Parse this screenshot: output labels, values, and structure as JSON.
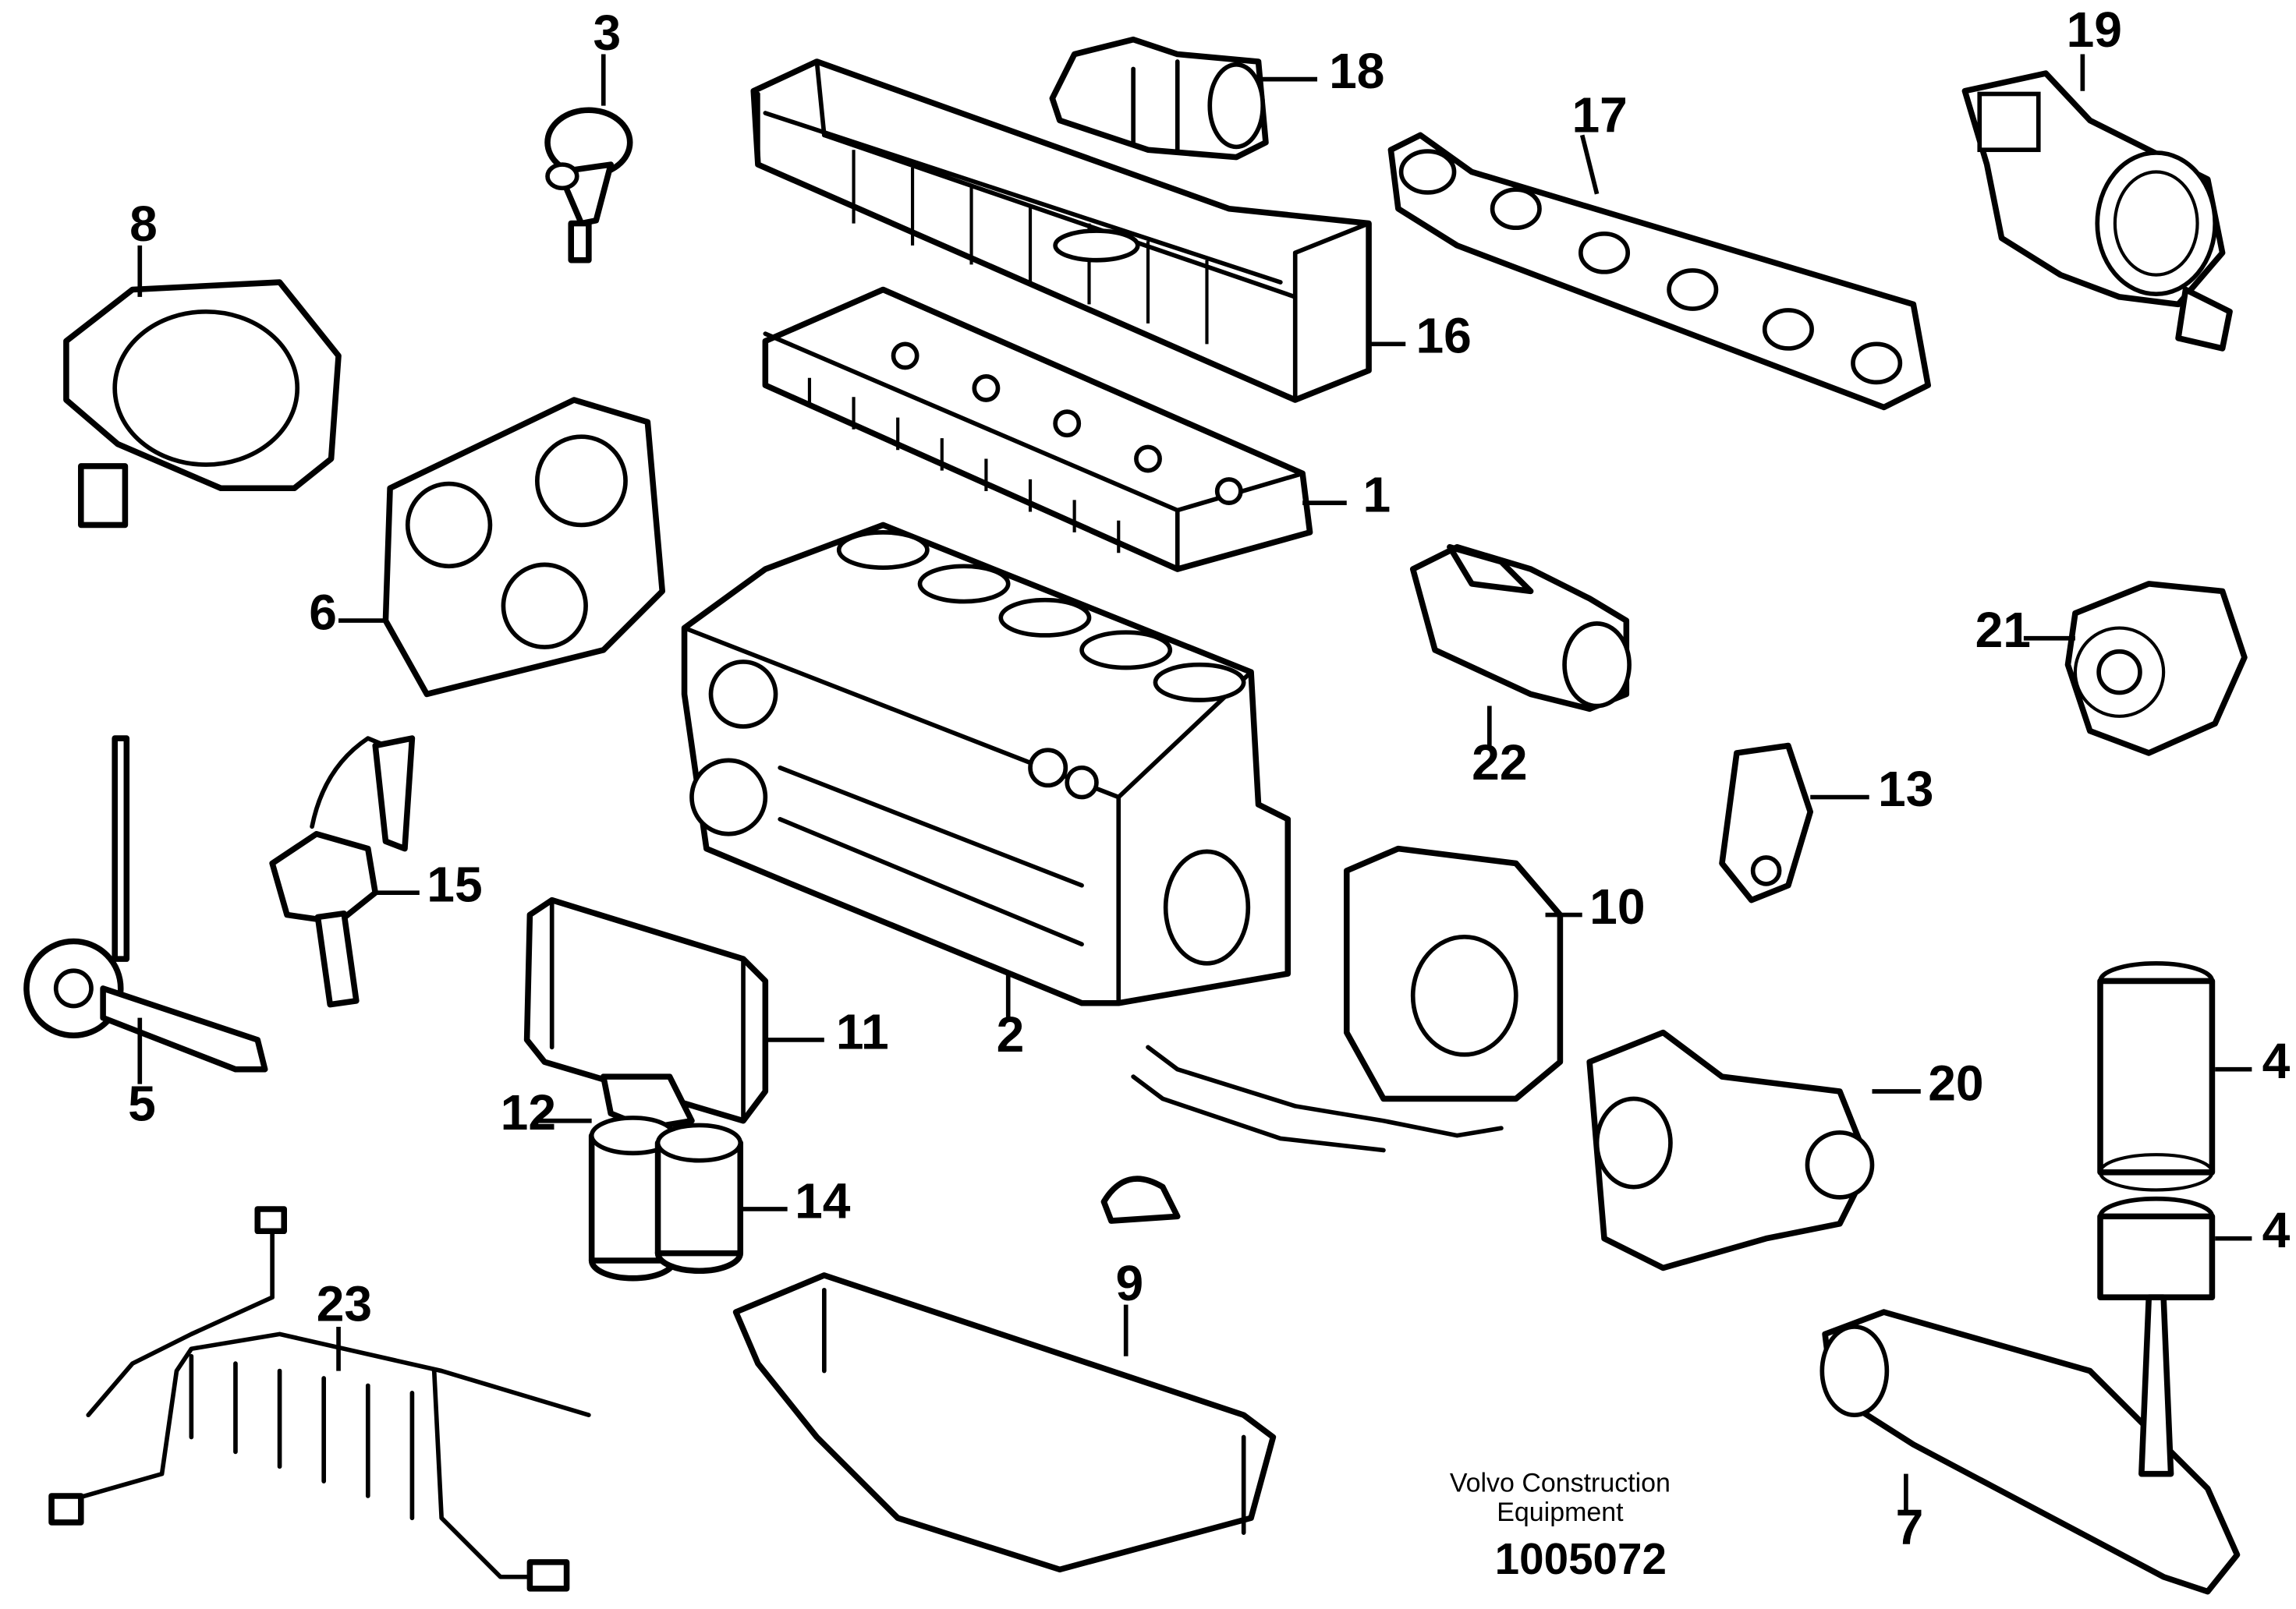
{
  "callouts": [
    "1",
    "2",
    "3",
    "4",
    "4",
    "5",
    "6",
    "7",
    "8",
    "9",
    "10",
    "11",
    "12",
    "13",
    "14",
    "15",
    "16",
    "17",
    "18",
    "19",
    "20",
    "21",
    "22",
    "23"
  ],
  "footer": {
    "company_line1": "Volvo Construction",
    "company_line2": "Equipment",
    "doc_number": "1005072"
  }
}
